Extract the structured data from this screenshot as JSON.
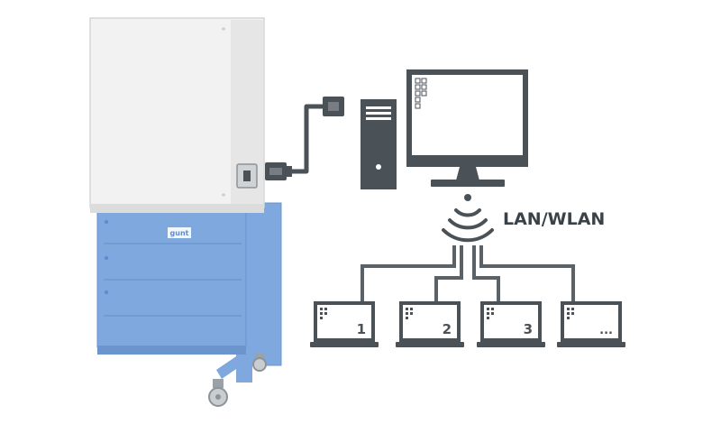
{
  "diagram": {
    "network_label": "LAN/WLAN",
    "brand": "gunt",
    "clients": [
      {
        "label": "1"
      },
      {
        "label": "2"
      },
      {
        "label": "3"
      },
      {
        "label": "..."
      }
    ],
    "colors": {
      "cabinet_blue": "#7ea8de",
      "cabinet_blue_dark": "#5f8ccc",
      "device_gray": "#4a5258",
      "line_gray": "#5a6268",
      "cabinet_white": "#f2f2f2"
    },
    "icons": {
      "connection": "usb-plug-icon",
      "computer": "desktop-tower-icon",
      "display": "monitor-icon",
      "wireless": "wifi-signal-icon",
      "client": "laptop-icon"
    }
  }
}
